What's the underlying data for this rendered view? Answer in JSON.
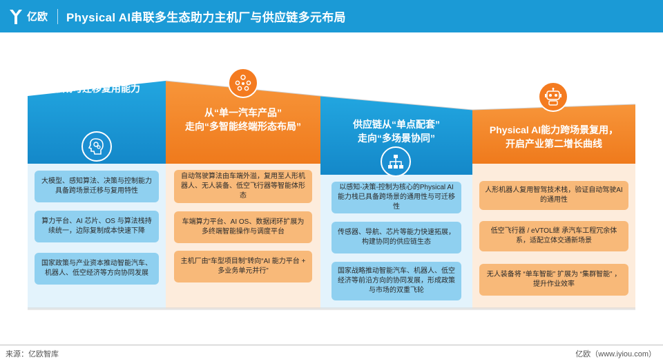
{
  "header": {
    "logo_text": "亿欧",
    "title": "Physical AI串联多生态助力主机厂与供应链多元布局"
  },
  "colors": {
    "blue": "#1b9ad6",
    "orange": "#f47b20",
    "light_blue": "#8fd0f0",
    "light_orange": "#f8b979"
  },
  "panels": [
    {
      "title_line1": "Physical AI 技术",
      "title_line2": "形成可迁移复用能力",
      "icon": "head-gears-icon",
      "items": [
        "大模型、感知算法、决策与控制能力具备跨场景迁移与复用特性",
        "算力平台、AI 芯片、OS 与算法栈持续统一，边际复制成本快速下降",
        "国家政策与产业资本推动智能汽车、机器人、低空经济等方向协同发展"
      ]
    },
    {
      "title_line1": "从“单一汽车产品”",
      "title_line2": "走向“多智能终端形态布局”",
      "icon": "network-people-icon",
      "items": [
        "自动驾驶算法由车端外溢，复用至人形机器人、无人装备、低空飞行器等智能体形态",
        "车端算力平台、AI OS、数据闭环扩展为多终端智能操作与调度平台",
        "主机厂由“车型项目制”转向“AI 能力平台 + 多业务单元并行”"
      ]
    },
    {
      "title_line1": "供应链从“单点配套”",
      "title_line2": "走向“多场景协同”",
      "icon": "hierarchy-icon",
      "items": [
        "以感知-决策-控制为核心的Physical AI能力栈已具备跨场景的通用性与可迁移性",
        "传感器、导航、芯片等能力快速拓展，构建协同的供应链生态",
        "国家战略推动智能汽车、机器人、低空经济等前沿方向的协同发展，形成政策与市场的双重飞轮"
      ]
    },
    {
      "title_line1": "Physical AI能力跨场景复用，",
      "title_line2": "开启产业第二增长曲线",
      "icon": "robot-icon",
      "items": [
        "人形机器人复用智驾技术栈，验证自动驾驶AI的通用性",
        "低空飞行器 / eVTOL继 承汽车工程冗余体系，适配立体交通新场景",
        "无人装备将 “单车智能” 扩展为 “集群智能” ，提升作业效率"
      ]
    }
  ],
  "footer": {
    "source": "来源：亿欧智库",
    "site": "亿欧（www.iyiou.com）"
  }
}
